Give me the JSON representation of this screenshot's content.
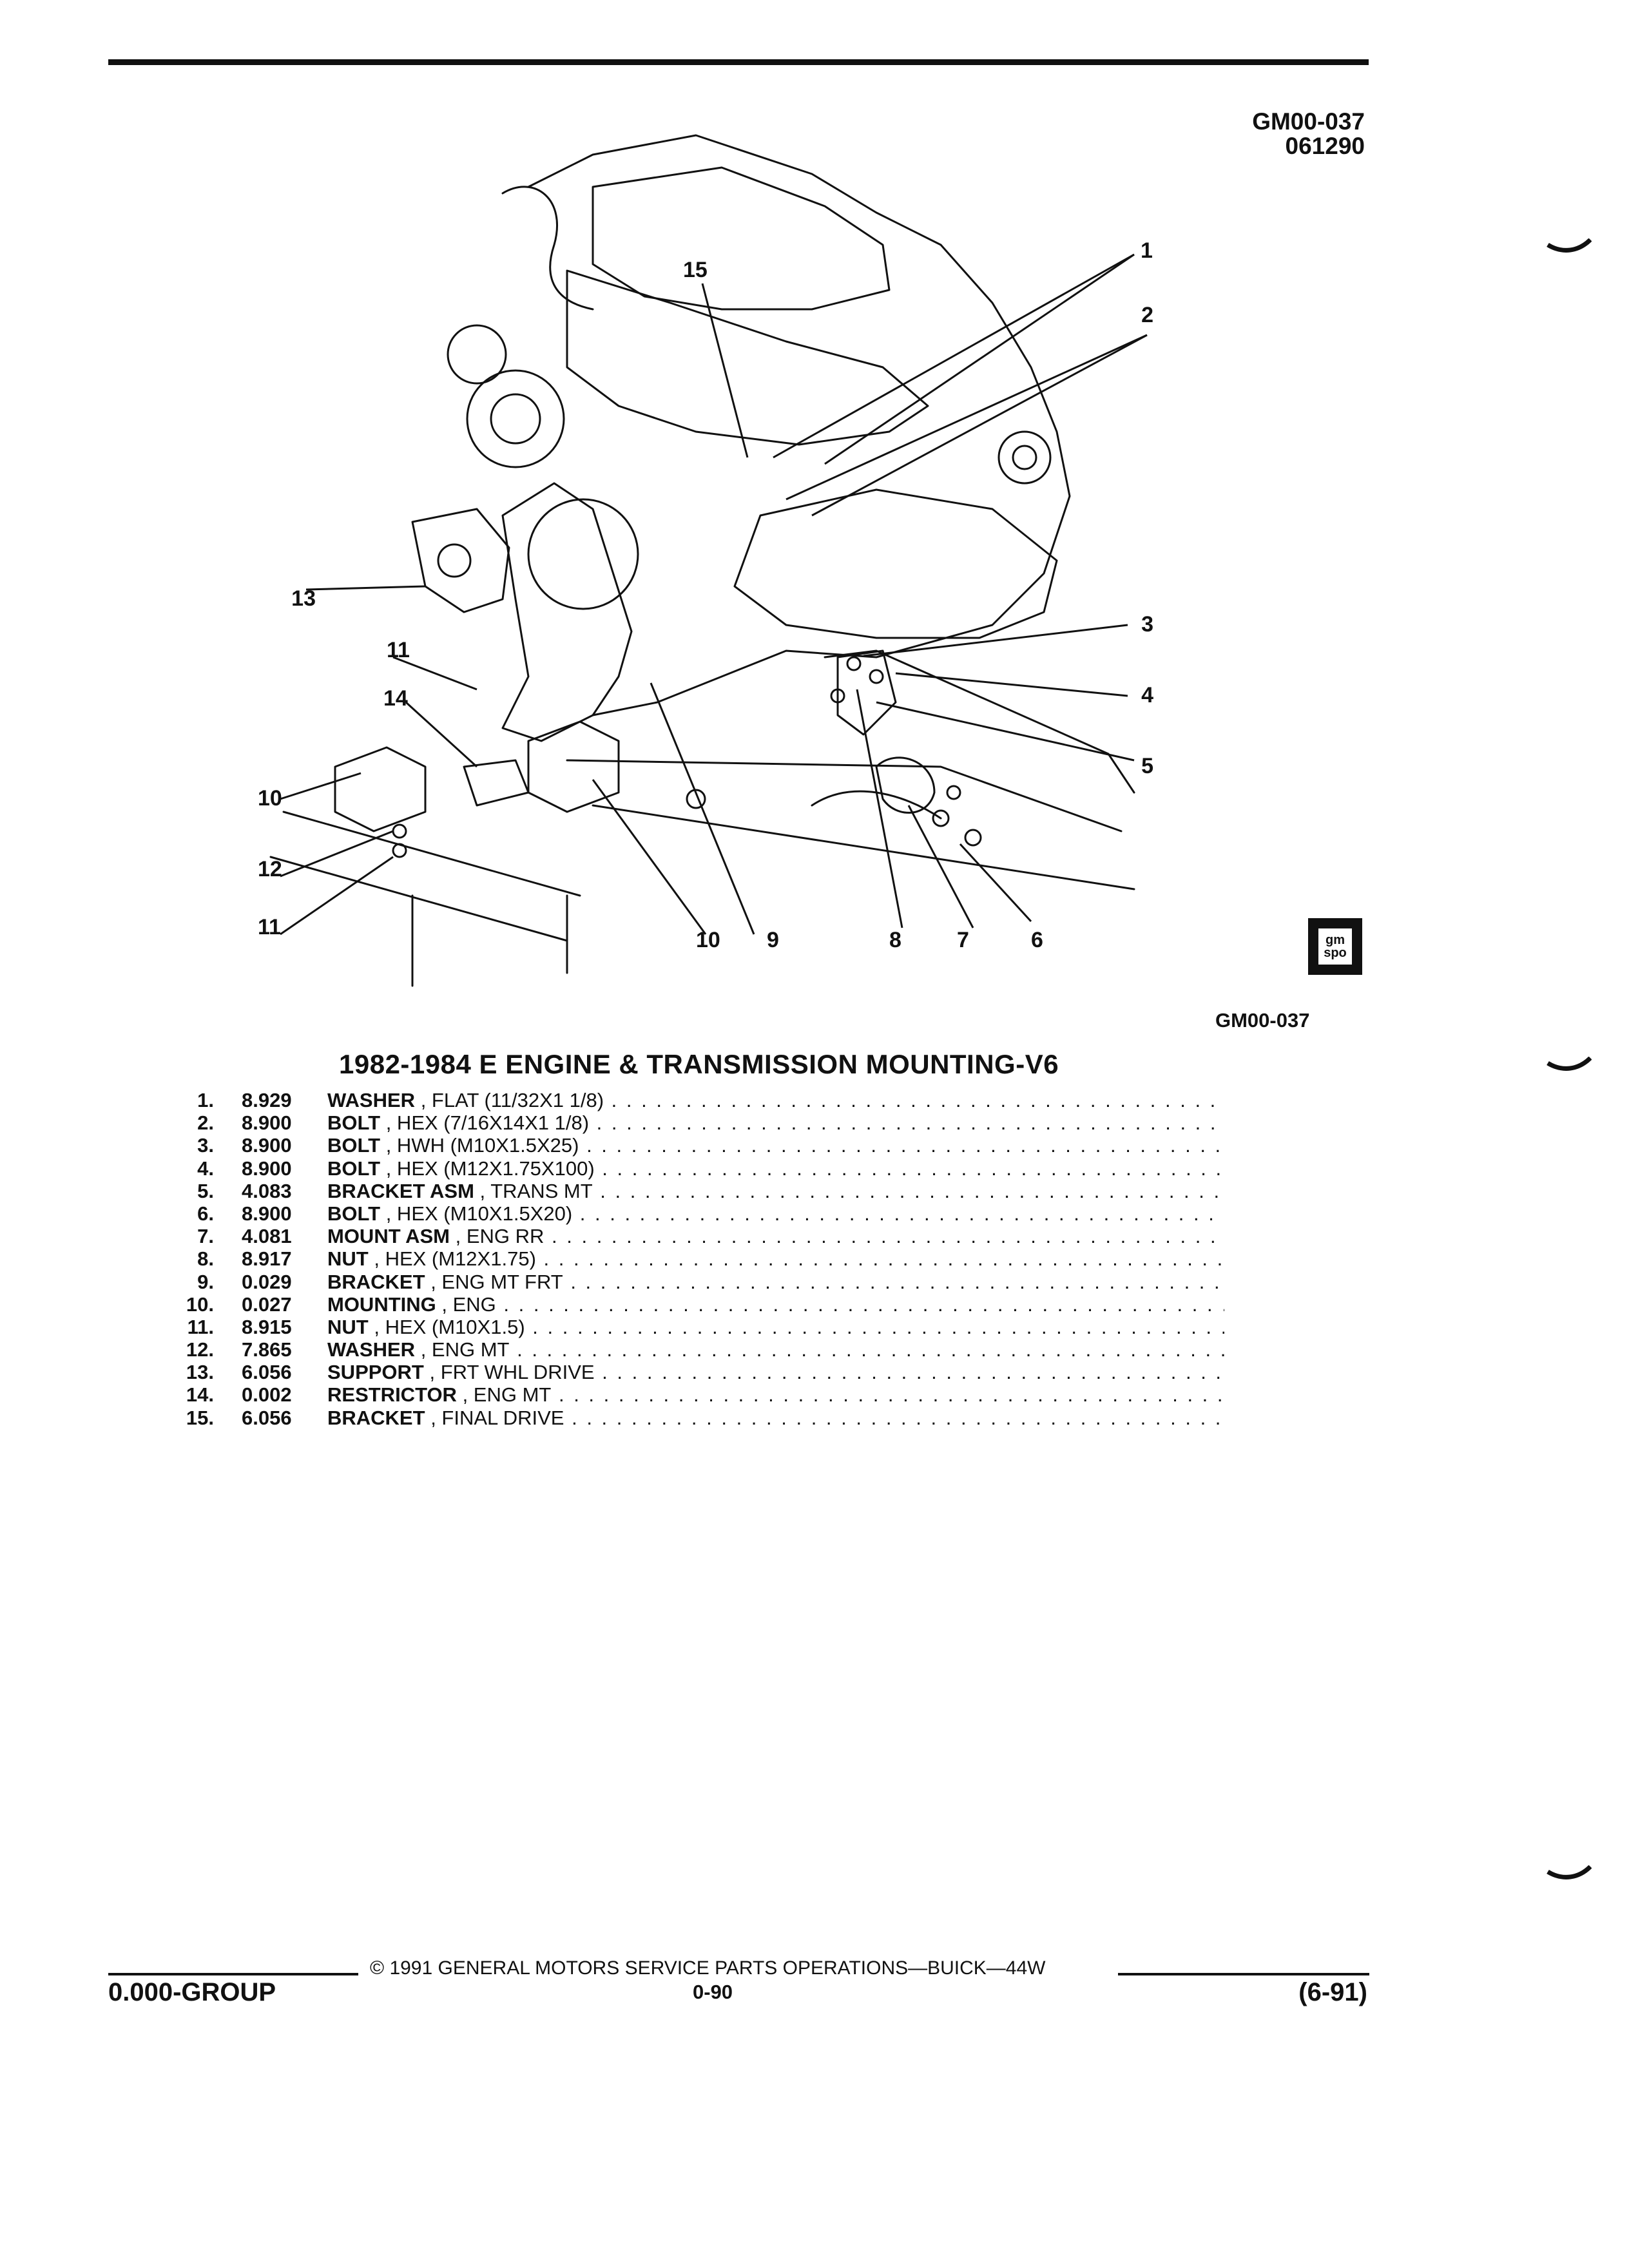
{
  "header": {
    "figure_id": "GM00-037",
    "figure_date": "061290"
  },
  "diagram": {
    "callouts": [
      "1",
      "2",
      "3",
      "4",
      "5",
      "6",
      "7",
      "8",
      "9",
      "10",
      "11",
      "12",
      "13",
      "14",
      "15",
      "10",
      "11"
    ],
    "logo_text": "gm spo",
    "figure_code": "GM00-037"
  },
  "title": "1982-1984 E ENGINE & TRANSMISSION MOUNTING-V6",
  "parts": [
    {
      "idx": "1.",
      "code": "8.929",
      "name": "WASHER",
      "spec": ", FLAT (11/32X1 1/8)"
    },
    {
      "idx": "2.",
      "code": "8.900",
      "name": "BOLT",
      "spec": ", HEX (7/16X14X1 1/8)"
    },
    {
      "idx": "3.",
      "code": "8.900",
      "name": "BOLT",
      "spec": ", HWH (M10X1.5X25)"
    },
    {
      "idx": "4.",
      "code": "8.900",
      "name": "BOLT",
      "spec": ", HEX (M12X1.75X100)"
    },
    {
      "idx": "5.",
      "code": "4.083",
      "name": "BRACKET ASM",
      "spec": ", TRANS MT"
    },
    {
      "idx": "6.",
      "code": "8.900",
      "name": "BOLT",
      "spec": ", HEX (M10X1.5X20)"
    },
    {
      "idx": "7.",
      "code": "4.081",
      "name": "MOUNT ASM",
      "spec": ", ENG RR"
    },
    {
      "idx": "8.",
      "code": "8.917",
      "name": "NUT",
      "spec": ", HEX (M12X1.75)"
    },
    {
      "idx": "9.",
      "code": "0.029",
      "name": "BRACKET",
      "spec": ", ENG MT FRT"
    },
    {
      "idx": "10.",
      "code": "0.027",
      "name": "MOUNTING",
      "spec": ", ENG"
    },
    {
      "idx": "11.",
      "code": "8.915",
      "name": "NUT",
      "spec": ", HEX (M10X1.5)"
    },
    {
      "idx": "12.",
      "code": "7.865",
      "name": "WASHER",
      "spec": ", ENG MT"
    },
    {
      "idx": "13.",
      "code": "6.056",
      "name": "SUPPORT",
      "spec": ", FRT WHL DRIVE"
    },
    {
      "idx": "14.",
      "code": "0.002",
      "name": "RESTRICTOR",
      "spec": ", ENG MT"
    },
    {
      "idx": "15.",
      "code": "6.056",
      "name": "BRACKET",
      "spec": ", FINAL DRIVE"
    }
  ],
  "footer": {
    "copyright": "© 1991 GENERAL MOTORS SERVICE PARTS OPERATIONS—BUICK—44W",
    "group": "0.000-GROUP",
    "page": "0-90",
    "date": "(6-91)"
  }
}
